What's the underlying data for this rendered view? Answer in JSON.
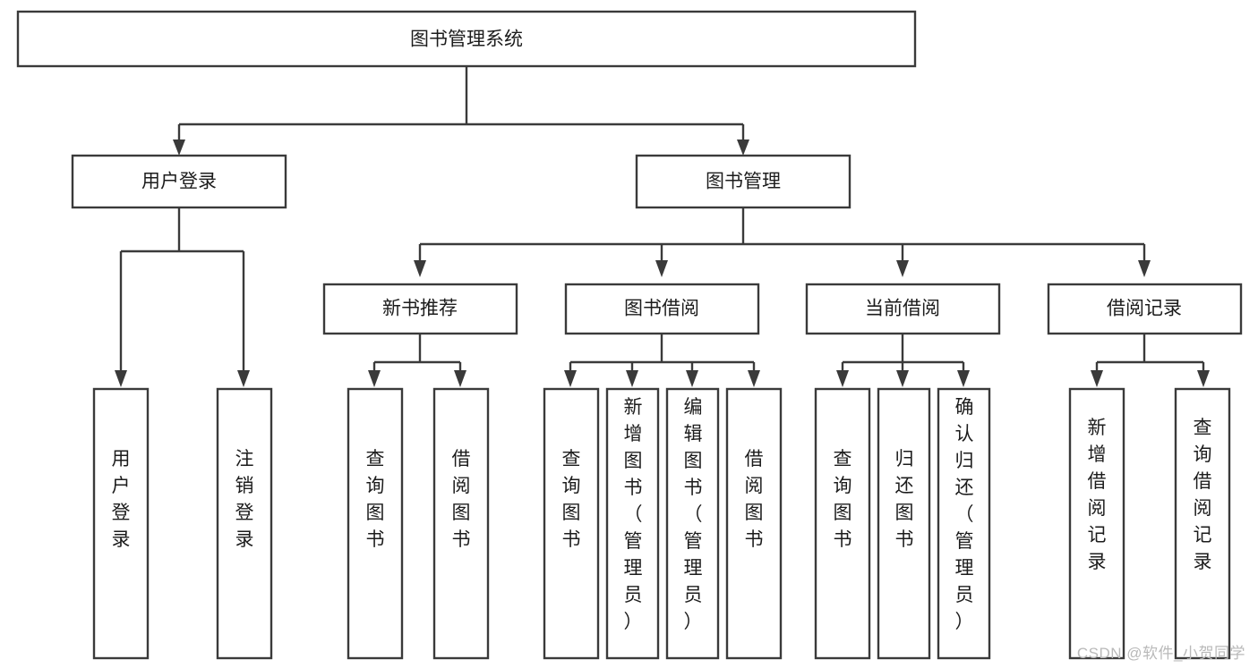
{
  "diagram": {
    "type": "tree",
    "title": "图书管理系统",
    "watermark": "CSDN @软件_小贺同学",
    "colors": {
      "stroke": "#3a3a3a",
      "fill": "#ffffff",
      "text": "#1c1c1c",
      "watermark": "#b9b9b9"
    },
    "nodes": {
      "root": {
        "label": "图书管理系统",
        "level": 0,
        "orientation": "horizontal"
      },
      "l1_0": {
        "label": "用户登录",
        "level": 1,
        "orientation": "horizontal"
      },
      "l1_1": {
        "label": "图书管理",
        "level": 1,
        "orientation": "horizontal"
      },
      "l2_0": {
        "label": "新书推荐",
        "level": 2,
        "orientation": "horizontal"
      },
      "l2_1": {
        "label": "图书借阅",
        "level": 2,
        "orientation": "horizontal"
      },
      "l2_2": {
        "label": "当前借阅",
        "level": 2,
        "orientation": "horizontal"
      },
      "l2_3": {
        "label": "借阅记录",
        "level": 2,
        "orientation": "horizontal"
      },
      "leaf_0": {
        "label": "用户登录",
        "level": 3,
        "orientation": "vertical",
        "parent": "用户登录"
      },
      "leaf_1": {
        "label": "注销登录",
        "level": 3,
        "orientation": "vertical",
        "parent": "用户登录"
      },
      "leaf_2": {
        "label": "查询图书",
        "level": 3,
        "orientation": "vertical",
        "parent": "新书推荐"
      },
      "leaf_3": {
        "label": "借阅图书",
        "level": 3,
        "orientation": "vertical",
        "parent": "新书推荐"
      },
      "leaf_4": {
        "label": "查询图书",
        "level": 3,
        "orientation": "vertical",
        "parent": "图书借阅"
      },
      "leaf_5": {
        "label": "新增图书（管理员）",
        "level": 3,
        "orientation": "vertical",
        "parent": "图书借阅"
      },
      "leaf_6": {
        "label": "编辑图书（管理员）",
        "level": 3,
        "orientation": "vertical",
        "parent": "图书借阅"
      },
      "leaf_7": {
        "label": "借阅图书",
        "level": 3,
        "orientation": "vertical",
        "parent": "图书借阅"
      },
      "leaf_8": {
        "label": "查询图书",
        "level": 3,
        "orientation": "vertical",
        "parent": "当前借阅"
      },
      "leaf_9": {
        "label": "归还图书",
        "level": 3,
        "orientation": "vertical",
        "parent": "当前借阅"
      },
      "leaf_10": {
        "label": "确认归还（管理员）",
        "level": 3,
        "orientation": "vertical",
        "parent": "当前借阅"
      },
      "leaf_11": {
        "label": "新增借阅记录",
        "level": 3,
        "orientation": "vertical",
        "parent": "借阅记录"
      },
      "leaf_12": {
        "label": "查询借阅记录",
        "level": 3,
        "orientation": "vertical",
        "parent": "借阅记录"
      }
    },
    "edges": [
      {
        "from": "图书管理系统",
        "to": "用户登录"
      },
      {
        "from": "图书管理系统",
        "to": "图书管理"
      },
      {
        "from": "用户登录",
        "to": "用户登录"
      },
      {
        "from": "用户登录",
        "to": "注销登录"
      },
      {
        "from": "图书管理",
        "to": "新书推荐"
      },
      {
        "from": "图书管理",
        "to": "图书借阅"
      },
      {
        "from": "图书管理",
        "to": "当前借阅"
      },
      {
        "from": "图书管理",
        "to": "借阅记录"
      },
      {
        "from": "新书推荐",
        "to": "查询图书"
      },
      {
        "from": "新书推荐",
        "to": "借阅图书"
      },
      {
        "from": "图书借阅",
        "to": "查询图书"
      },
      {
        "from": "图书借阅",
        "to": "新增图书（管理员）"
      },
      {
        "from": "图书借阅",
        "to": "编辑图书（管理员）"
      },
      {
        "from": "图书借阅",
        "to": "借阅图书"
      },
      {
        "from": "当前借阅",
        "to": "查询图书"
      },
      {
        "from": "当前借阅",
        "to": "归还图书"
      },
      {
        "from": "当前借阅",
        "to": "确认归还（管理员）"
      },
      {
        "from": "借阅记录",
        "to": "新增借阅记录"
      },
      {
        "from": "借阅记录",
        "to": "查询借阅记录"
      }
    ]
  }
}
